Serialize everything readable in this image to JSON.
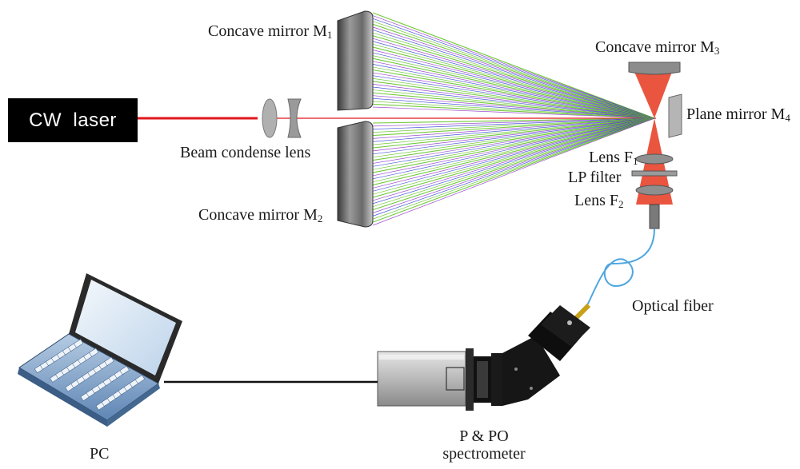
{
  "colors": {
    "laser_beam": "#e0161d",
    "laser_box": "#000000",
    "ray_green": "#5ac21a",
    "ray_purple": "#8a2bc9",
    "ray_blue": "#2a3bd6",
    "focus_cone": "#e8432b",
    "fiber": "#4da6df",
    "mirror_gray": "#8c8c8c"
  },
  "laser": {
    "label": "CW  laser"
  },
  "lens": {
    "label": "Beam condense lens"
  },
  "mirror_m1": {
    "name": "Concave mirror M",
    "sub": "1"
  },
  "mirror_m2": {
    "name": "Concave mirror M",
    "sub": "2"
  },
  "mirror_m3": {
    "name": "Concave mirror M",
    "sub": "3"
  },
  "mirror_m4": {
    "name": "Plane mirror M",
    "sub": "4"
  },
  "lens_f1": {
    "name": "Lens F",
    "sub": "1"
  },
  "lp_filter": {
    "label": "LP filter"
  },
  "lens_f2": {
    "name": "Lens F",
    "sub": "2"
  },
  "fiber": {
    "label": "Optical fiber"
  },
  "spectrometer": {
    "line1": "P & PO",
    "line2": "spectrometer"
  },
  "pc": {
    "label": "PC"
  },
  "icons": [
    "laptop-icon",
    "spectrometer-icon"
  ]
}
